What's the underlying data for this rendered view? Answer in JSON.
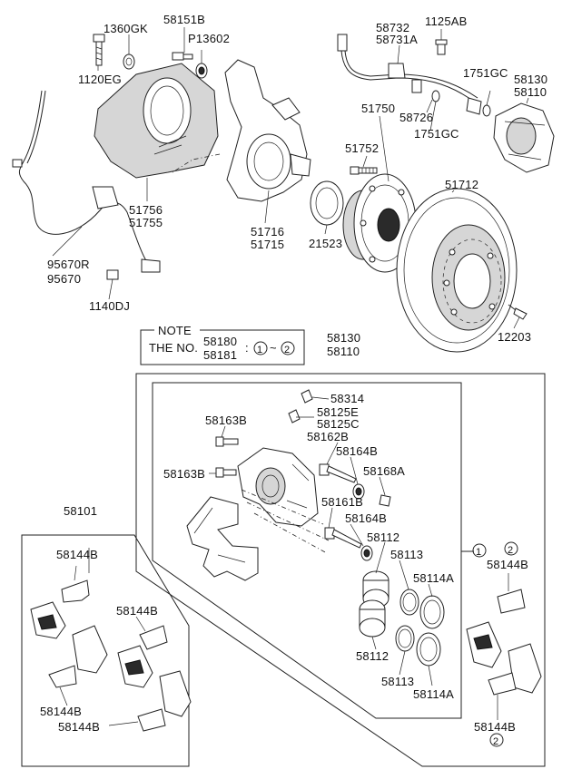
{
  "labels": {
    "p1360GK": "1360GK",
    "p1120EG": "1120EG",
    "p58151B": "58151B",
    "pP13602": "P13602",
    "p58732": "58732",
    "p58731A": "58731A",
    "p1125AB": "1125AB",
    "p1751GC_a": "1751GC",
    "p58130_top": "58130",
    "p58110_top": "58110",
    "p58726": "58726",
    "p1751GC_b": "1751GC",
    "p51750": "51750",
    "p51752": "51752",
    "p51756": "51756",
    "p51755": "51755",
    "p51716": "51716",
    "p51715": "51715",
    "p21523": "21523",
    "p51712": "51712",
    "p95670R": "95670R",
    "p95670": "95670",
    "p1140DJ": "1140DJ",
    "p12203": "12203",
    "p58130_mid": "58130",
    "p58110_mid": "58110",
    "p58314": "58314",
    "p58125E": "58125E",
    "p58125C": "58125C",
    "p58163B_a": "58163B",
    "p58162B": "58162B",
    "p58164B_a": "58164B",
    "p58163B_b": "58163B",
    "p58168A": "58168A",
    "p58161B": "58161B",
    "p58164B_b": "58164B",
    "p58112_a": "58112",
    "p58113_a": "58113",
    "p58114A_a": "58114A",
    "p58112_b": "58112",
    "p58113_b": "58113",
    "p58114A_b": "58114A",
    "p58101": "58101",
    "p58144B_a": "58144B",
    "p58144B_b": "58144B",
    "p58144B_c": "58144B",
    "p58144B_d": "58144B",
    "p58144B_right_top": "58144B",
    "p58144B_right_bottom": "58144B",
    "circle_1": "1",
    "circle_2_top": "2",
    "circle_2_bottom": "2"
  },
  "note": {
    "heading": "NOTE",
    "prefix": "THE NO.",
    "code_a": "58180",
    "code_b": "58181",
    "separator": ":",
    "from": "1",
    "range_sep": "~",
    "to": "2"
  }
}
